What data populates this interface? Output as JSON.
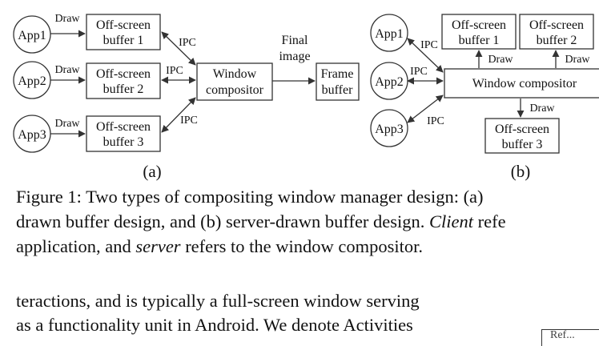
{
  "figure_a": {
    "apps": [
      "App1",
      "App2",
      "App3"
    ],
    "draw_labels": [
      "Draw",
      "Draw",
      "Draw"
    ],
    "buffers": [
      {
        "line1": "Off-screen",
        "line2": "buffer 1"
      },
      {
        "line1": "Off-screen",
        "line2": "buffer 2"
      },
      {
        "line1": "Off-screen",
        "line2": "buffer 3"
      }
    ],
    "ipc_labels": [
      "IPC",
      "IPC",
      "IPC"
    ],
    "compositor": {
      "line1": "Window",
      "line2": "compositor"
    },
    "final_image": {
      "line1": "Final",
      "line2": "image"
    },
    "frame_buffer": {
      "line1": "Frame",
      "line2": "buffer"
    },
    "sublabel": "(a)"
  },
  "figure_b": {
    "apps": [
      "App1",
      "App2",
      "App3"
    ],
    "ipc_labels": [
      "IPC",
      "IPC",
      "IPC"
    ],
    "buffers": [
      {
        "line1": "Off-screen",
        "line2": "buffer 1"
      },
      {
        "line1": "Off-screen",
        "line2": "buffer 2"
      },
      {
        "line1": "Off-screen",
        "line2": "buffer 3"
      }
    ],
    "draw_labels": [
      "Draw",
      "Draw",
      "Draw"
    ],
    "compositor": "Window compositor",
    "sublabel": "(b)"
  },
  "caption": {
    "line1": "Figure 1: Two types of compositing window manager design: (a)",
    "line2_prefix": "drawn buffer design, and (b) server-drawn buffer design.",
    "line2_italic": "Client",
    "line2_suffix": "refe",
    "line3_prefix": "application, and",
    "line3_italic": "server",
    "line3_suffix": "refers to the window compositor."
  },
  "body": {
    "line1": "teractions, and is typically a full-screen window serving",
    "line2": "as a functionality unit in Android. We denote Activities"
  },
  "corner_box_text": "Ref..."
}
